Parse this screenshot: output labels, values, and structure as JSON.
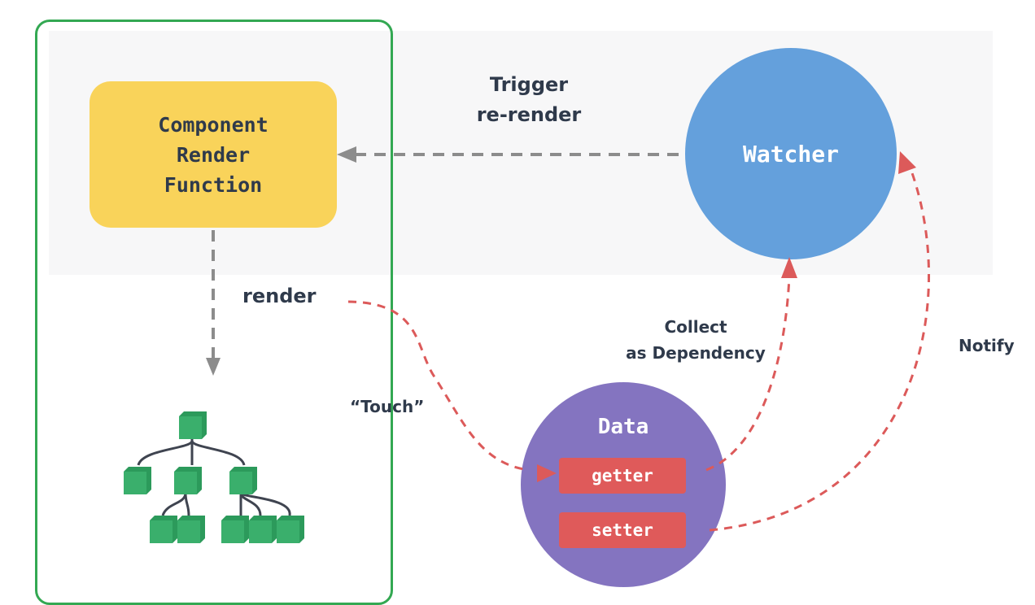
{
  "diagram": {
    "nodes": {
      "render_function": "Component\nRender\nFunction",
      "watcher": "Watcher",
      "data": "Data",
      "getter": "getter",
      "setter": "setter"
    },
    "edge_labels": {
      "trigger": "Trigger\nre-render",
      "render": "render",
      "touch": "“Touch”",
      "collect": "Collect\nas Dependency",
      "notify": "Notify"
    }
  },
  "colors": {
    "frame_green": "#33a852",
    "render_function_yellow": "#f9d35a",
    "watcher_blue": "#64a0dc",
    "data_purple": "#8474c0",
    "pill_red": "#df5a5a",
    "gray_arrow": "#8c8c8c",
    "red_arrow": "#dc5a5a",
    "cube_green": "#3aaf6c",
    "text_dark": "#2f3a4b"
  }
}
